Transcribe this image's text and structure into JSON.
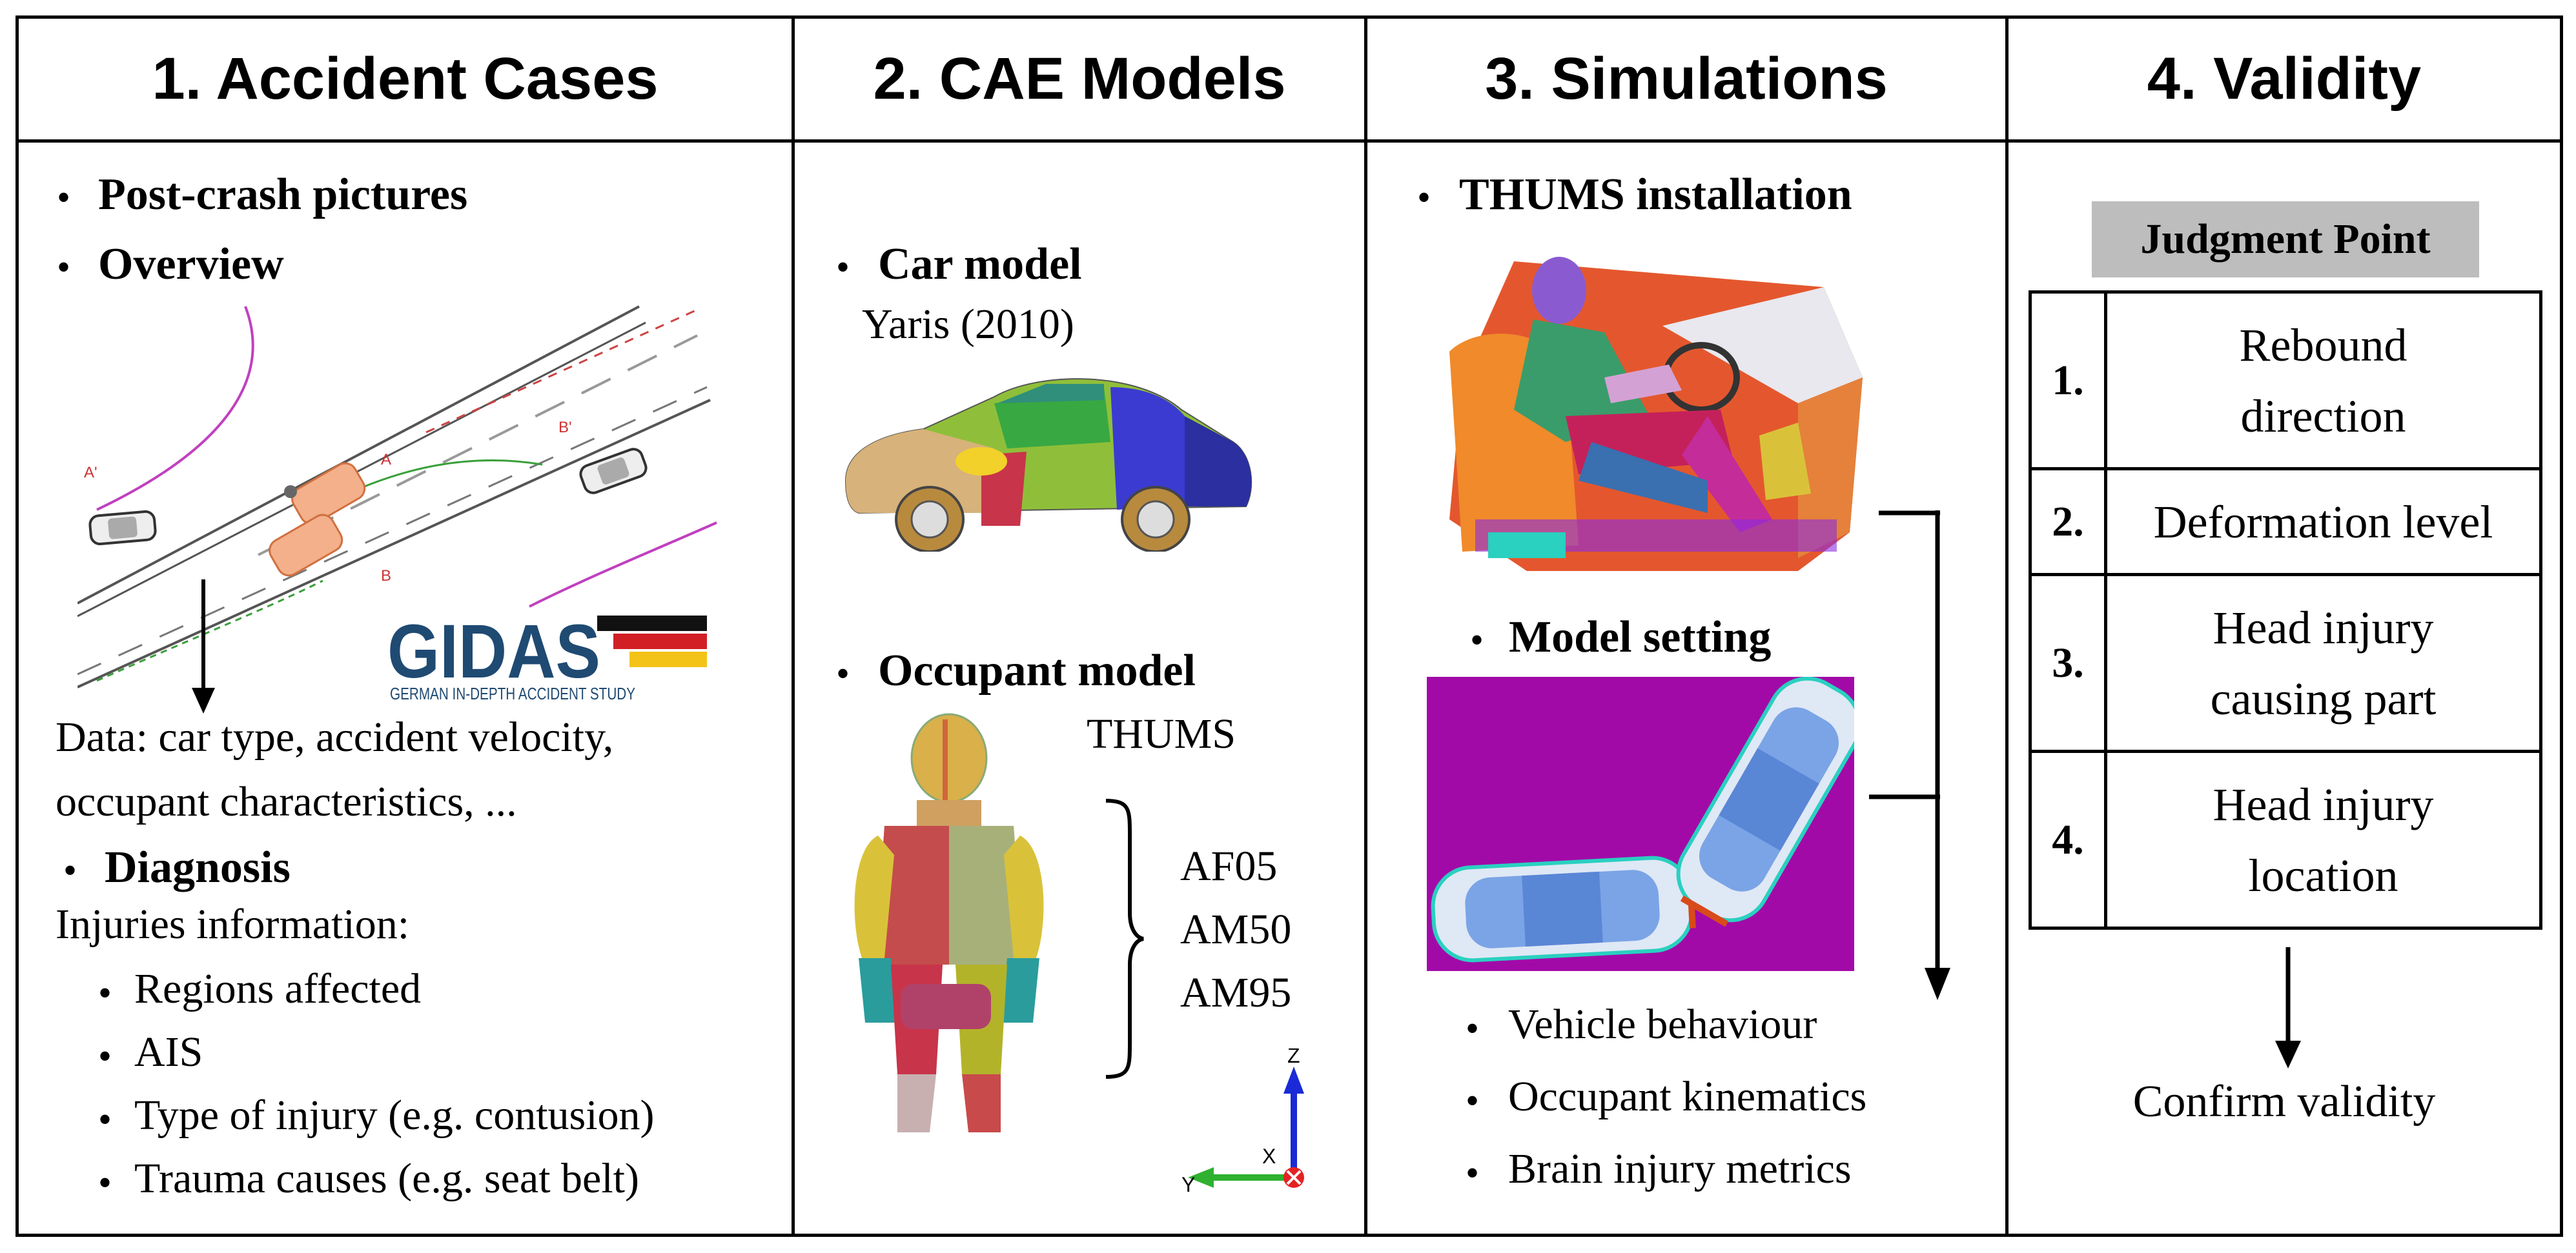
{
  "columns": [
    {
      "header": "1. Accident Cases"
    },
    {
      "header": "2. CAE Models"
    },
    {
      "header": "3. Simulations"
    },
    {
      "header": "4. Validity"
    }
  ],
  "accident": {
    "post_crash": "Post-crash pictures",
    "overview": "Overview",
    "sketch_labels": {
      "a_prime": "A'",
      "b_prime": "B'",
      "a": "A",
      "b": "B"
    },
    "gidas_logo": "GIDAS",
    "gidas_sub": "GERMAN IN-DEPTH ACCIDENT STUDY",
    "data_line1": "Data: car type, accident velocity,",
    "data_line2": "occupant characteristics, ...",
    "diagnosis": "Diagnosis",
    "injuries_info": "Injuries information:",
    "items": [
      "Regions affected",
      "AIS",
      "Type of injury (e.g. contusion)",
      "Trauma causes (e.g. seat belt)"
    ]
  },
  "cae": {
    "car_model": "Car model",
    "car_name": "Yaris (2010)",
    "occupant_model": "Occupant model",
    "thums": "THUMS",
    "variants": [
      "AF05",
      "AM50",
      "AM95"
    ],
    "axes": {
      "z": "Z",
      "x": "X",
      "y": "Y"
    }
  },
  "simulations": {
    "thums_installation": "THUMS installation",
    "model_setting": "Model setting",
    "outputs": [
      "Vehicle behaviour",
      "Occupant kinematics",
      "Brain injury metrics"
    ]
  },
  "validity": {
    "judgment_title": "Judgment Point",
    "points": [
      {
        "num": "1.",
        "line1": "Rebound",
        "line2": "direction"
      },
      {
        "num": "2.",
        "line1": "Deformation level",
        "line2": ""
      },
      {
        "num": "3.",
        "line1": "Head injury",
        "line2": "causing part"
      },
      {
        "num": "4.",
        "line1": "Head injury",
        "line2": "location"
      }
    ],
    "confirm": "Confirm validity"
  },
  "colors": {
    "magenta_bg": "#a20aa8",
    "gidas_blue": "#1f4a72",
    "gray_box": "#bdbdbd"
  }
}
